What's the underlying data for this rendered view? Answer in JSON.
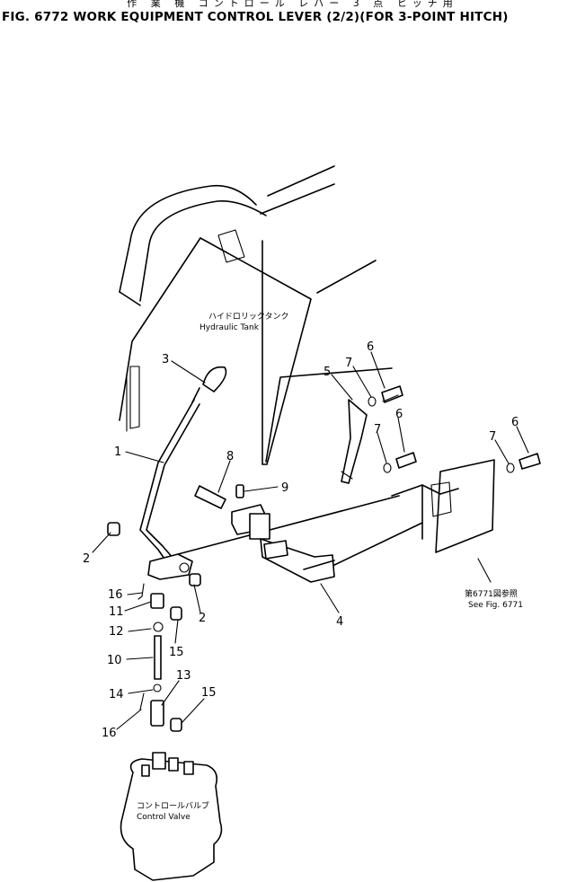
{
  "header": {
    "japanese_title": "作 業 機 コントロール レバー 3 点 ヒッチ用",
    "figure_title": "FIG. 6772 WORK EQUIPMENT CONTROL LEVER (2/2)(FOR 3-POINT HITCH)"
  },
  "labels": {
    "hydraulic_tank_jp": "ハイドロリックタンク",
    "hydraulic_tank_en": "Hydraulic  Tank",
    "control_valve_jp": "コントロールバルブ",
    "control_valve_en": "Control  Valve",
    "see_fig_jp": "第6771図参照",
    "see_fig_en": "See  Fig. 6771"
  },
  "callouts": [
    "1",
    "2",
    "2",
    "3",
    "4",
    "5",
    "6",
    "6",
    "6",
    "7",
    "7",
    "7",
    "8",
    "9",
    "10",
    "11",
    "12",
    "13",
    "14",
    "15",
    "15",
    "16",
    "16"
  ]
}
